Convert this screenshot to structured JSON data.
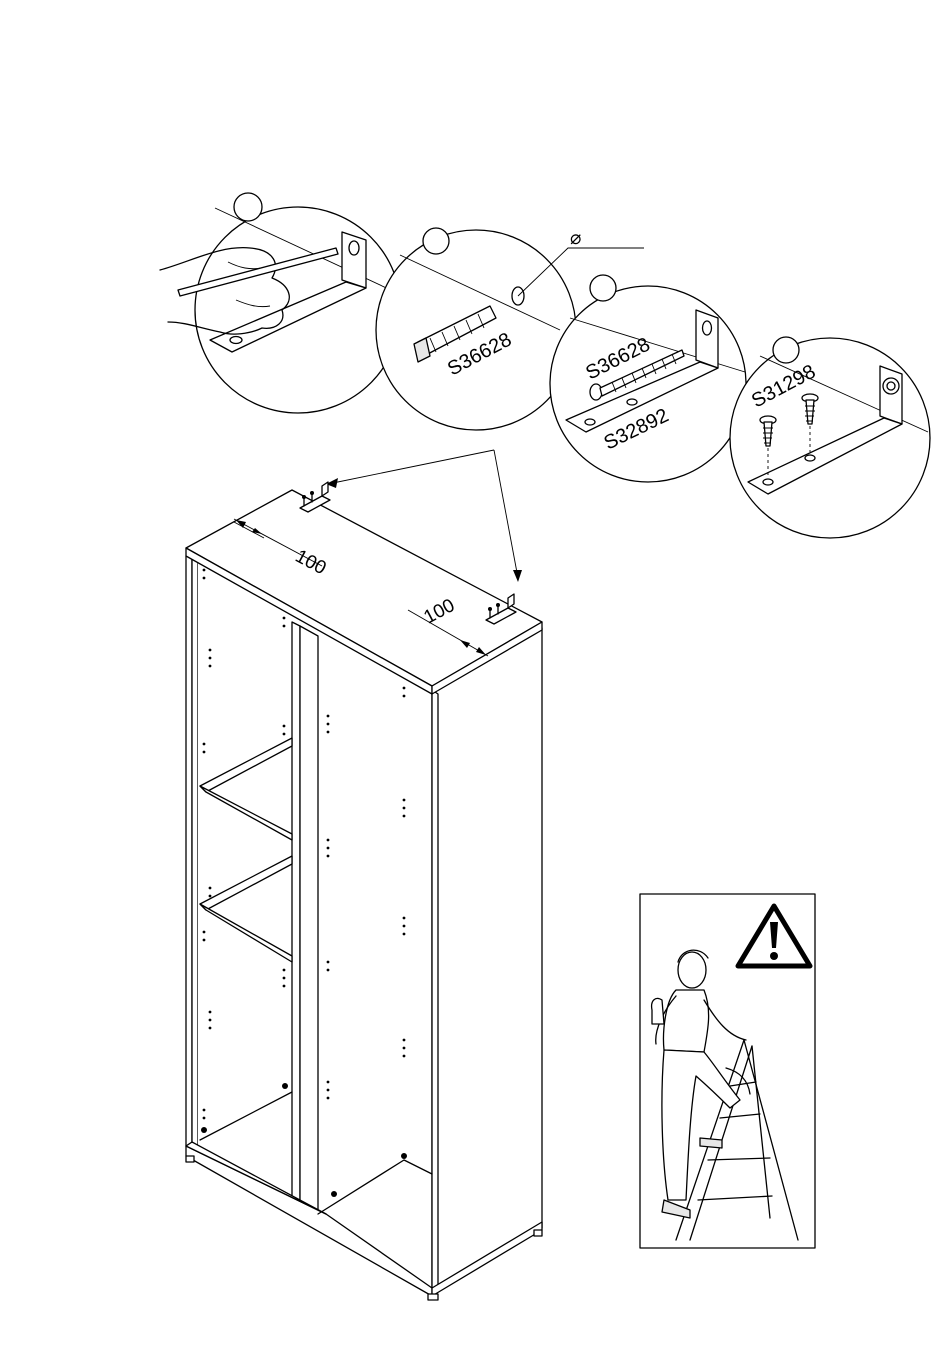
{
  "steps": {
    "step1": {
      "label": ""
    },
    "step2": {
      "label": "",
      "part": "S36628"
    },
    "step3": {
      "label": "",
      "part_screw": "S36628",
      "part_bracket": "S32892"
    },
    "step4": {
      "label": "",
      "part": "S31298"
    },
    "drill_diameter_symbol": "⌀"
  },
  "cabinet": {
    "distance_left": "100",
    "distance_right": "100"
  },
  "warning": {
    "icon": "warning-triangle-icon",
    "figure": "person-on-stepladder-icon"
  }
}
